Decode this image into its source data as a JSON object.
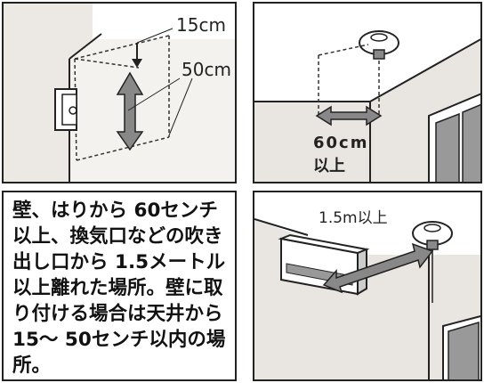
{
  "panel1": {
    "label_top": "15cm",
    "label_side": "50cm"
  },
  "panel2": {
    "label_line1": "60cm",
    "label_line2": "以上"
  },
  "panel3": {
    "text": "壁、はりから 60センチ以上、換気口などの吹き出し口から 1.5メートル以上離れた場所。壁に取り付ける場合は天井から 15～ 50センチ以内の場所。"
  },
  "panel4": {
    "label": "1.5m以上"
  },
  "colors": {
    "fill": "#e9e5e0",
    "stroke": "#222222",
    "arrow": "#888888"
  }
}
